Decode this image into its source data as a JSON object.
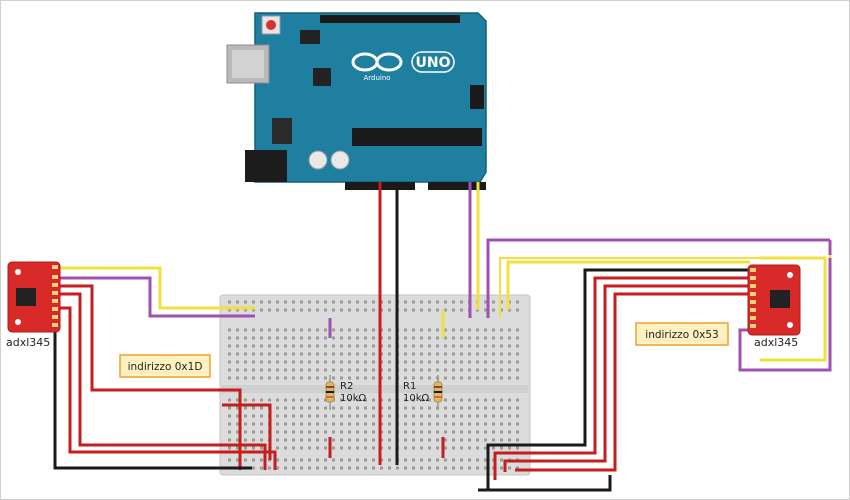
{
  "colors": {
    "board": "#1f7fa0",
    "board_dark": "#176a87",
    "sensor": "#d92a2a",
    "breadboard": "#dcdcdc",
    "wire_red": "#c41e1e",
    "wire_black": "#1a1a1a",
    "wire_purple": "#a050b0",
    "wire_yellow": "#f0e040",
    "label_box_fill": "#fff2c0",
    "label_box_stroke": "#f0a030"
  },
  "board": {
    "logo_text": "UNO",
    "brand": "Arduino"
  },
  "sensor_left": {
    "label": "adxl345"
  },
  "sensor_right": {
    "label": "adxl345"
  },
  "address_left": {
    "text": "indirizzo 0x1D"
  },
  "address_right": {
    "text": "indirizzo 0x53"
  },
  "resistor_r2": {
    "name": "R2",
    "value": "10kΩ"
  },
  "resistor_r1": {
    "name": "R1",
    "value": "10kΩ"
  }
}
